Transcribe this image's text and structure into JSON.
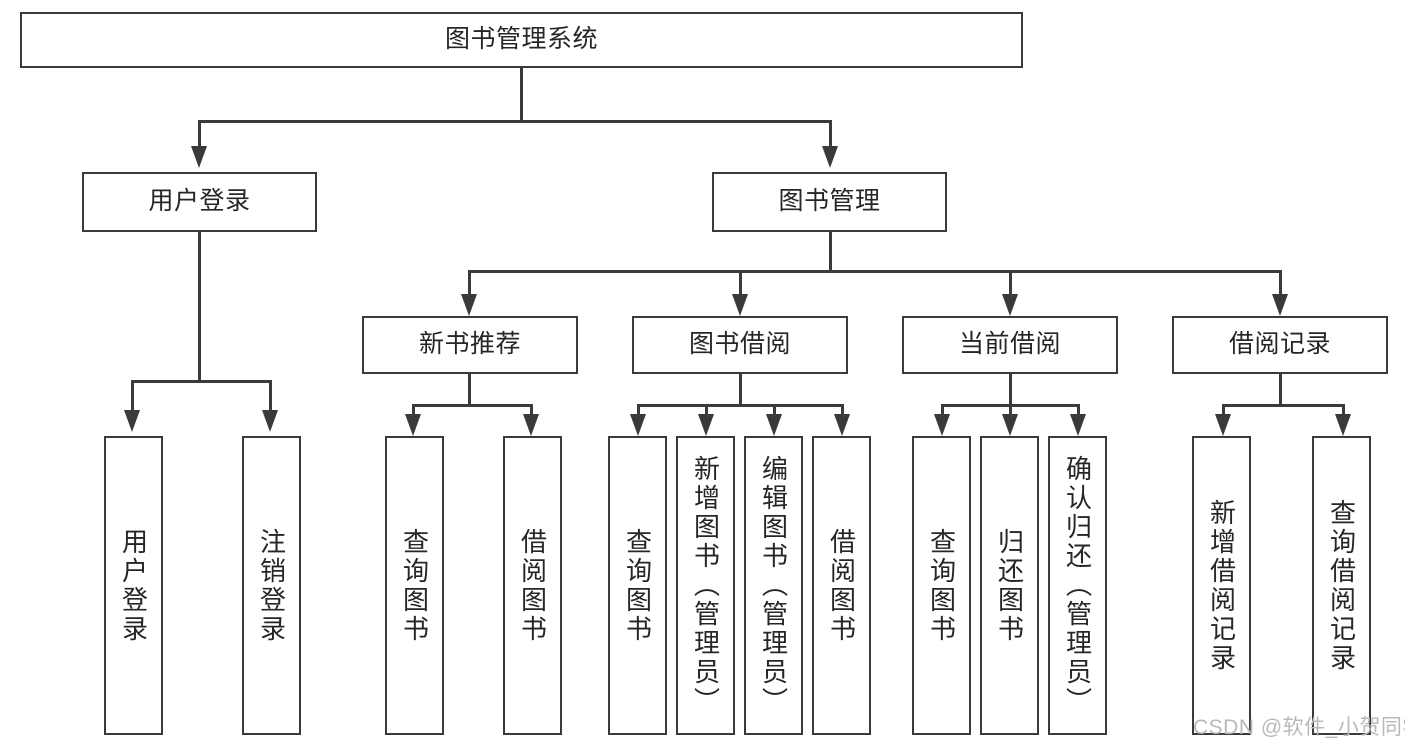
{
  "diagram": {
    "title": "图书管理系统",
    "type": "tree-hierarchy-diagram",
    "colors": {
      "stroke": "#3a3a3a",
      "fill": "#ffffff",
      "text": "#262626",
      "watermark": "#b9b9b9"
    },
    "root": {
      "label": "图书管理系统"
    },
    "level2": [
      {
        "label": "用户登录"
      },
      {
        "label": "图书管理"
      }
    ],
    "level3": [
      {
        "label": "新书推荐"
      },
      {
        "label": "图书借阅"
      },
      {
        "label": "当前借阅"
      },
      {
        "label": "借阅记录"
      }
    ],
    "leaves": {
      "user_login": [
        {
          "label": "用户登录"
        },
        {
          "label": "注销登录"
        }
      ],
      "new_book_recommend": [
        {
          "label": "查询图书"
        },
        {
          "label": "借阅图书"
        }
      ],
      "book_borrow": [
        {
          "label": "查询图书"
        },
        {
          "label": "新增图书（管理员）"
        },
        {
          "label": "编辑图书（管理员）"
        },
        {
          "label": "借阅图书"
        }
      ],
      "current_borrow": [
        {
          "label": "查询图书"
        },
        {
          "label": "归还图书"
        },
        {
          "label": "确认归还（管理员）"
        }
      ],
      "borrow_record": [
        {
          "label": "新增借阅记录"
        },
        {
          "label": "查询借阅记录"
        }
      ]
    }
  },
  "watermark": {
    "text": "CSDN @软件_小贺同学"
  }
}
